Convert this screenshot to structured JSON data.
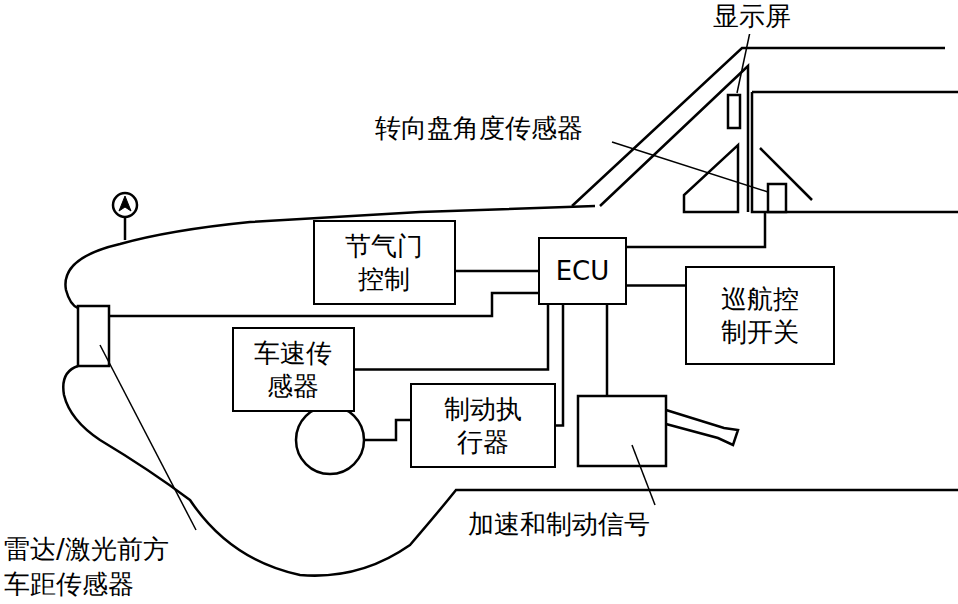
{
  "diagram": {
    "nodes": [
      {
        "text": [
          "节气门控制"
        ]
      },
      {
        "text": [
          "ECU"
        ]
      },
      {
        "text": [
          "巡航控制开关"
        ]
      },
      {
        "text": [
          "车速传感器"
        ]
      },
      {
        "text": [
          "制动执行器"
        ]
      }
    ],
    "edges": [
      {
        "from": 0,
        "to": 1,
        "arrow": "none"
      },
      {
        "from": 1,
        "to": 2,
        "arrow": "none"
      },
      {
        "from": 3,
        "to": 1,
        "arrow": "none"
      },
      {
        "from": 4,
        "to": 1,
        "arrow": "none"
      }
    ],
    "labels": [
      "显示屏",
      "转向盘角度传感器",
      "加速和制动信号",
      "雷达/激光前方车距传感器"
    ]
  }
}
